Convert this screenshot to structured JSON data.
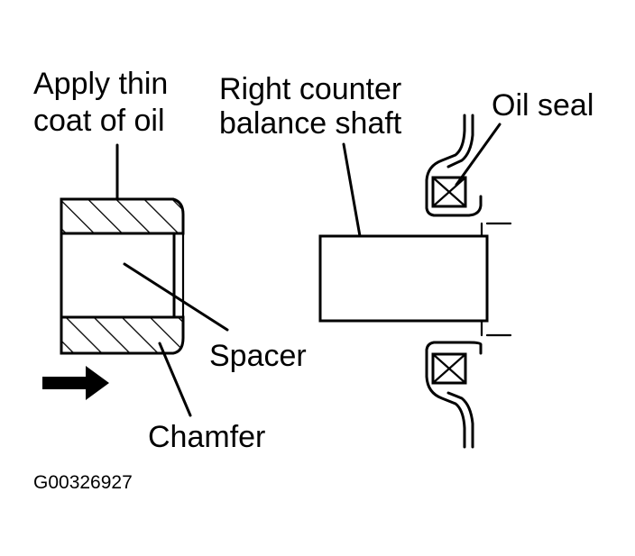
{
  "labels": {
    "apply_oil_line1": "Apply thin",
    "apply_oil_line2": "coat of oil",
    "shaft_line1": "Right counter",
    "shaft_line2": "balance shaft",
    "oil_seal": "Oil seal",
    "spacer": "Spacer",
    "chamfer": "Chamfer",
    "figure_id": "G00326927"
  },
  "icons": {
    "install_direction": "arrow-right-icon"
  },
  "colors": {
    "ink": "#000000",
    "background": "#ffffff"
  }
}
